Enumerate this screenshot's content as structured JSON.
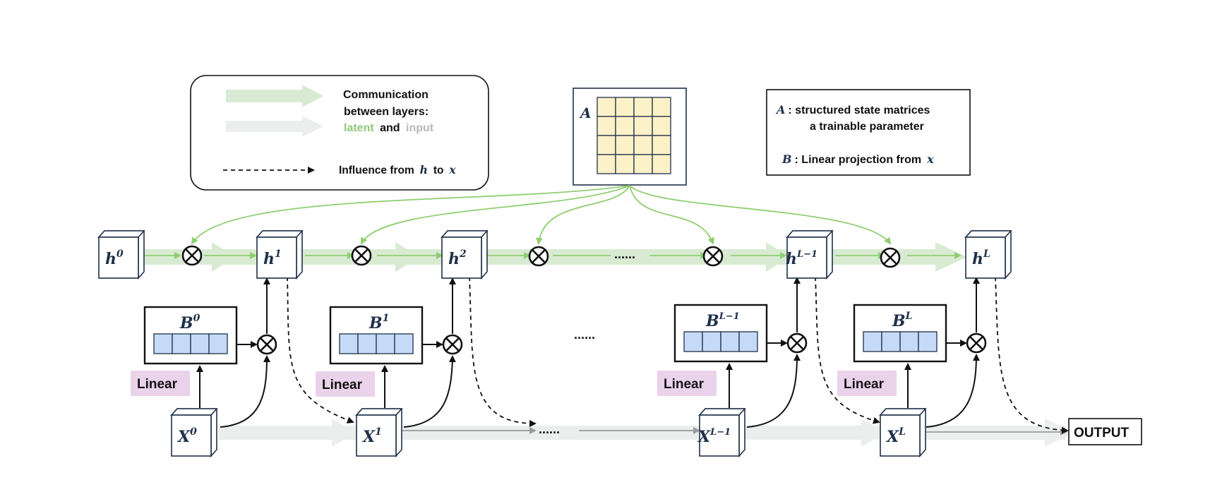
{
  "legend": {
    "communication_line1": "Communication",
    "communication_line2": "between layers:",
    "latent_word": "latent",
    "and_word": "and",
    "input_word": "input",
    "influence_text": "Influence from",
    "influence_h": "h",
    "influence_to": "to",
    "influence_x": "x",
    "colors": {
      "latent": "#8fc97a",
      "input": "#b8b8b8",
      "latent_band": "#d9ead3",
      "input_band": "#eceeee"
    }
  },
  "matrix_A": {
    "label": "A",
    "cell_color": "#fdf1c8",
    "rows": 4,
    "cols": 4
  },
  "definitions": {
    "a_symbol": "A",
    "a_line1": ": structured state matrices",
    "a_line2": "a trainable parameter",
    "b_symbol": "B",
    "b_line": ": Linear projection from",
    "b_x": "x"
  },
  "hidden_states": [
    {
      "base": "h",
      "sup": "0"
    },
    {
      "base": "h",
      "sup": "1"
    },
    {
      "base": "h",
      "sup": "2"
    },
    {
      "base": "h",
      "sup": "L−1"
    },
    {
      "base": "h",
      "sup": "L"
    }
  ],
  "inputs": [
    {
      "base": "X",
      "sup": "0"
    },
    {
      "base": "X",
      "sup": "1"
    },
    {
      "base": "X",
      "sup": "L−1"
    },
    {
      "base": "X",
      "sup": "L"
    }
  ],
  "b_blocks": [
    {
      "base": "B",
      "sup": "0",
      "linear": "Linear"
    },
    {
      "base": "B",
      "sup": "1",
      "linear": "Linear"
    },
    {
      "base": "B",
      "sup": "L−1",
      "linear": "Linear"
    },
    {
      "base": "B",
      "sup": "L",
      "linear": "Linear"
    }
  ],
  "b_cell_color": "#c5daf7",
  "linear_bg": "#ead3ea",
  "ellipsis": "......",
  "output_label": "OUTPUT"
}
